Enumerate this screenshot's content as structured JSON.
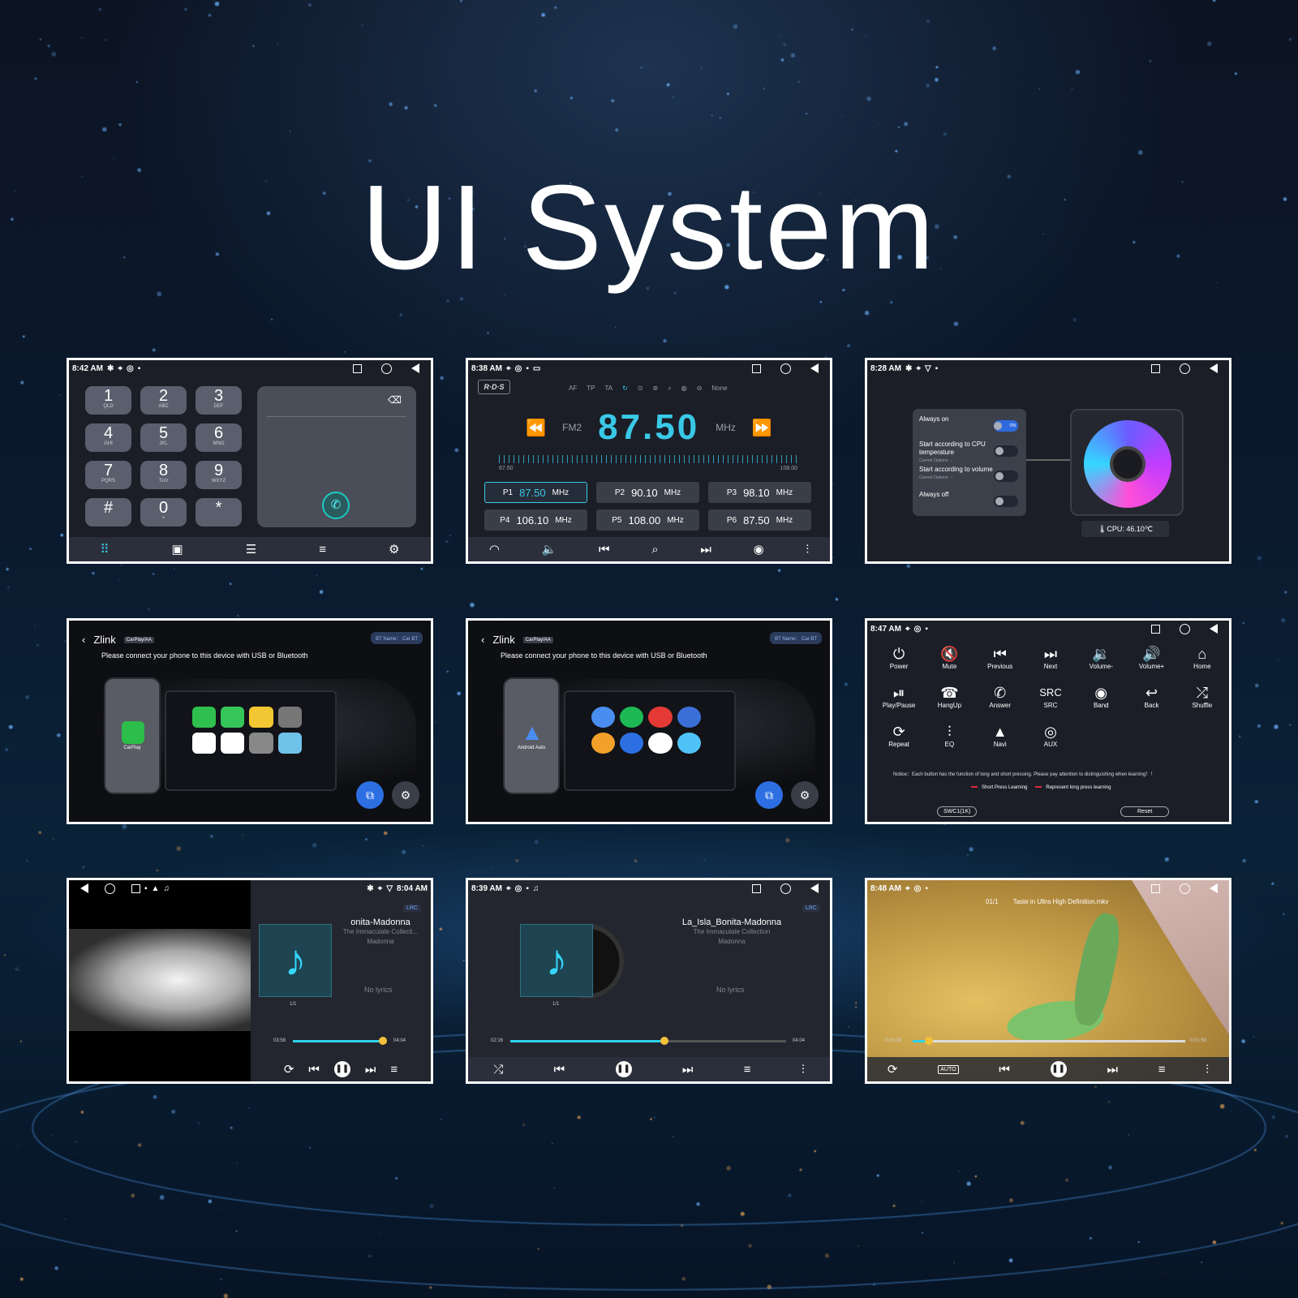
{
  "title": "UI System",
  "dialer": {
    "time": "8:42 AM",
    "keys": [
      {
        "d": "1",
        "l": "QLD"
      },
      {
        "d": "2",
        "l": "ABC"
      },
      {
        "d": "3",
        "l": "DEF"
      },
      {
        "d": "4",
        "l": "GHI"
      },
      {
        "d": "5",
        "l": "JKL"
      },
      {
        "d": "6",
        "l": "MNO"
      },
      {
        "d": "7",
        "l": "PQRS"
      },
      {
        "d": "8",
        "l": "TUV"
      },
      {
        "d": "9",
        "l": "WXYZ"
      },
      {
        "d": "#",
        "l": ""
      },
      {
        "d": "0",
        "l": "+"
      },
      {
        "d": "*",
        "l": ""
      }
    ]
  },
  "radio": {
    "time": "8:38 AM",
    "rds": "R·D·S",
    "flags": [
      "AF",
      "TP",
      "TA",
      "None"
    ],
    "band": "FM2",
    "frequency": "87.50",
    "unit": "MHz",
    "scale_min": "87.50",
    "scale_max": "108.00",
    "presets": [
      {
        "p": "P1",
        "f": "87.50",
        "u": "MHz"
      },
      {
        "p": "P2",
        "f": "90.10",
        "u": "MHz"
      },
      {
        "p": "P3",
        "f": "98.10",
        "u": "MHz"
      },
      {
        "p": "P4",
        "f": "106.10",
        "u": "MHz"
      },
      {
        "p": "P5",
        "f": "108.00",
        "u": "MHz"
      },
      {
        "p": "P6",
        "f": "87.50",
        "u": "MHz"
      }
    ]
  },
  "fan": {
    "time": "8:28 AM",
    "options": [
      {
        "label": "Always on",
        "sub": ""
      },
      {
        "label": "Start according to CPU temperature",
        "sub": "Current Options: --"
      },
      {
        "label": "Start according to volume",
        "sub": "Current Options: --"
      },
      {
        "label": "Always off",
        "sub": ""
      }
    ],
    "on_label": "ON",
    "cpu": "CPU: 46.10℃"
  },
  "zlink": {
    "title": "Zlink",
    "tag": "CarPlay/AA",
    "bt": "BT Name： Car BT",
    "message": "Please connect your phone to this device with USB or Bluetooth",
    "carplay": "CarPlay",
    "android": "Android Auto"
  },
  "swc": {
    "time": "8:47 AM",
    "buttons": [
      {
        "i": "⏻",
        "l": "Power"
      },
      {
        "i": "🔇",
        "l": "Mute"
      },
      {
        "i": "⏮",
        "l": "Previous"
      },
      {
        "i": "⏭",
        "l": "Next"
      },
      {
        "i": "🔉",
        "l": "Volume-"
      },
      {
        "i": "🔊",
        "l": "Volume+"
      },
      {
        "i": "⌂",
        "l": "Home"
      },
      {
        "i": "⏯",
        "l": "Play/Pause"
      },
      {
        "i": "☎",
        "l": "HangUp"
      },
      {
        "i": "✆",
        "l": "Answer"
      },
      {
        "i": "SRC",
        "l": "SRC"
      },
      {
        "i": "◉",
        "l": "Band"
      },
      {
        "i": "↩",
        "l": "Back"
      },
      {
        "i": "⤮",
        "l": "Shuffle"
      },
      {
        "i": "⟳",
        "l": "Repeat"
      },
      {
        "i": "⫶",
        "l": "EQ"
      },
      {
        "i": "▲",
        "l": "Navi"
      },
      {
        "i": "◎",
        "l": "AUX"
      }
    ],
    "notice": "Notice：Each button has the function of long and short pressing. Please pay attention to distinguishing when learning！！",
    "short": "Short Press Learning",
    "long": "Represent long press learning",
    "mode": "SWC1(1K)",
    "reset": "Reset"
  },
  "music1": {
    "time": "8:04 AM",
    "track": "onita-Madonna",
    "album": "The Immaculate Collecti...",
    "artist": "Madonna",
    "lyrics": "No lyrics",
    "count": "1/1",
    "elapsed": "03:58",
    "total": "04:04",
    "progress": 0.97,
    "lrc": "LRC"
  },
  "music2": {
    "time": "8:39 AM",
    "track": "La_Isla_Bonita-Madonna",
    "album": "The Immaculate Collection",
    "artist": "Madonna",
    "lyrics": "No lyrics",
    "count": "1/1",
    "elapsed": "02:16",
    "total": "04:04",
    "progress": 0.56,
    "lrc": "LRC"
  },
  "video": {
    "time": "8:48 AM",
    "index": "01/1",
    "file": "Taste in Ultra High Definition.mkv",
    "elapsed": "0:00:08",
    "total": "0:01:59",
    "progress": 0.06,
    "auto": "AUTO"
  }
}
